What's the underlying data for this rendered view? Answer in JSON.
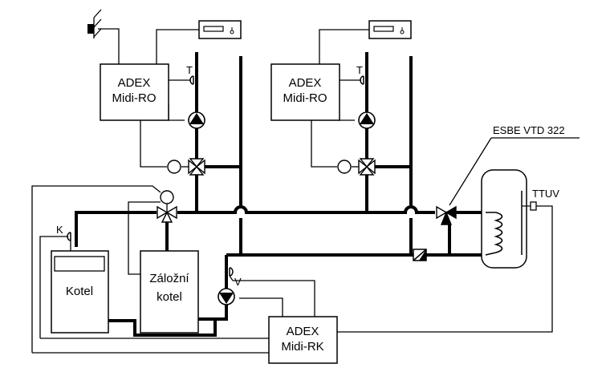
{
  "controllers": {
    "ro_left": {
      "line1": "ADEX",
      "line2": "Midi-RO"
    },
    "ro_right": {
      "line1": "ADEX",
      "line2": "Midi-RO"
    },
    "rk": {
      "line1": "ADEX",
      "line2": "Midi-RK"
    }
  },
  "boilers": {
    "main": {
      "label": "Kotel"
    },
    "backup": {
      "line1": "Záložní",
      "line2": "kotel"
    }
  },
  "sensors": {
    "t_left": "T",
    "t_right": "T",
    "k": "K",
    "v": "V",
    "ttuv": "TTUV"
  },
  "valve": {
    "label": "ESBE VTD 322"
  },
  "colors": {
    "line": "#000000",
    "background": "#ffffff"
  }
}
